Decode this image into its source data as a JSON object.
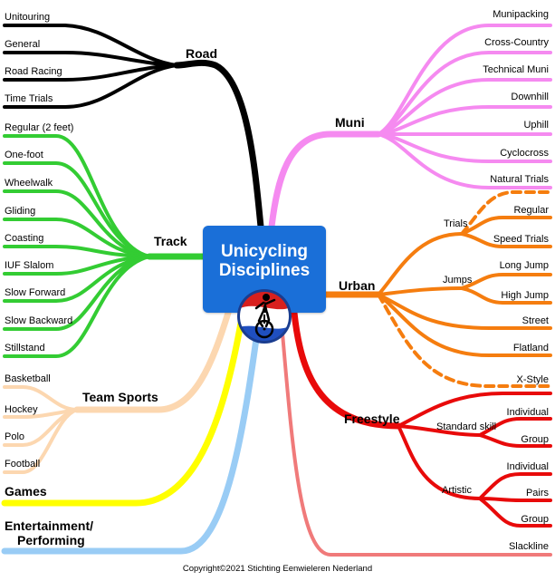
{
  "center": {
    "line1": "Unicycling",
    "line2": "Disciplines"
  },
  "copyright": "Copyright©2021 Stichting Eenwieleren Nederland",
  "colors": {
    "road": "#000000",
    "track": "#33cc33",
    "team_sports": "#fcd7b0",
    "games": "#ffff00",
    "entertainment": "#99ccf5",
    "muni": "#f58af0",
    "urban": "#f57d0f",
    "freestyle": "#e80a0a",
    "slackline": "#f07a7a",
    "center": "#1a6fd8"
  },
  "branches": {
    "road": {
      "label": "Road",
      "leaves": [
        "Unitouring",
        "General",
        "Road Racing",
        "Time Trials"
      ]
    },
    "track": {
      "label": "Track",
      "leaves": [
        "Regular (2 feet)",
        "One-foot",
        "Wheelwalk",
        "Gliding",
        "Coasting",
        "IUF Slalom",
        "Slow Forward",
        "Slow Backward",
        "Stillstand"
      ]
    },
    "team_sports": {
      "label": "Team Sports",
      "leaves": [
        "Basketball",
        "Hockey",
        "Polo",
        "Football"
      ]
    },
    "games": {
      "label": "Games"
    },
    "entertainment": {
      "line1": "Entertainment/",
      "line2": "Performing"
    },
    "muni": {
      "label": "Muni",
      "leaves": [
        "Munipacking",
        "Cross-Country",
        "Technical Muni",
        "Downhill",
        "Uphill",
        "Cyclocross",
        "Natural Trials"
      ]
    },
    "urban": {
      "label": "Urban",
      "trials": {
        "label": "Trials",
        "leaves": [
          "Regular",
          "Speed Trials"
        ]
      },
      "jumps": {
        "label": "Jumps",
        "leaves": [
          "Long Jump",
          "High Jump"
        ]
      },
      "leaves": [
        "Street",
        "Flatland",
        "X-Style"
      ]
    },
    "freestyle": {
      "label": "Freestyle",
      "standard": {
        "label": "Standard skill",
        "leaves": [
          "Individual",
          "Group"
        ]
      },
      "artistic": {
        "label": "Artistic",
        "leaves": [
          "Individual",
          "Pairs",
          "Group"
        ]
      }
    },
    "slackline": {
      "label": "Slackline"
    }
  }
}
